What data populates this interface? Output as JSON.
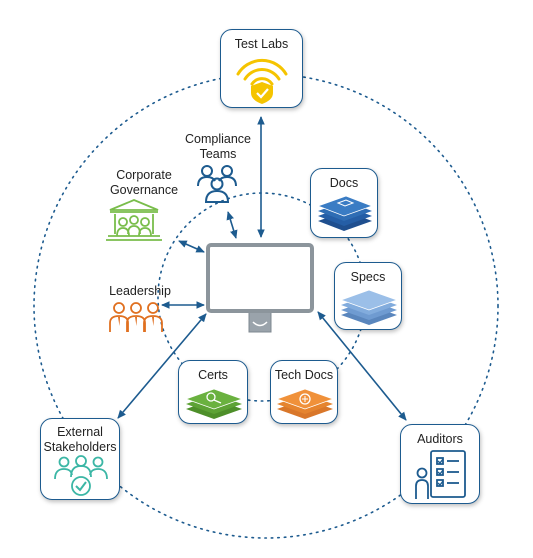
{
  "nodes": {
    "test_labs": "Test Labs",
    "compliance_teams": [
      "Compliance",
      "Teams"
    ],
    "corporate_governance": [
      "Corporate",
      "Governance"
    ],
    "leadership": "Leadership",
    "docs": "Docs",
    "specs": "Specs",
    "certs": "Certs",
    "tech_docs": "Tech Docs",
    "external_stakeholders": [
      "External",
      "Stakeholders"
    ],
    "auditors": "Auditors"
  },
  "colors": {
    "accent": "#1d5b8f",
    "docs_blue": "#2f6db4",
    "specs_blue": "#6f9bd1",
    "certs_green": "#6ab13f",
    "techdocs_orange": "#f0913a",
    "testlabs_yellow": "#f5c400",
    "governance_green": "#79bd4b",
    "leadership_orange": "#e07020",
    "stakeholders_teal": "#3bb6a5"
  },
  "icons": {
    "test_labs": "wireless-shield-icon",
    "compliance_teams": "people-group-icon",
    "corporate_governance": "building-people-icon",
    "leadership": "executives-icon",
    "docs": "document-stack-icon",
    "specs": "paper-stack-icon",
    "certs": "certificate-stack-icon",
    "tech_docs": "tech-document-stack-icon",
    "external_stakeholders": "stakeholders-check-icon",
    "auditors": "auditor-checklist-icon",
    "center": "monitor-icon"
  }
}
